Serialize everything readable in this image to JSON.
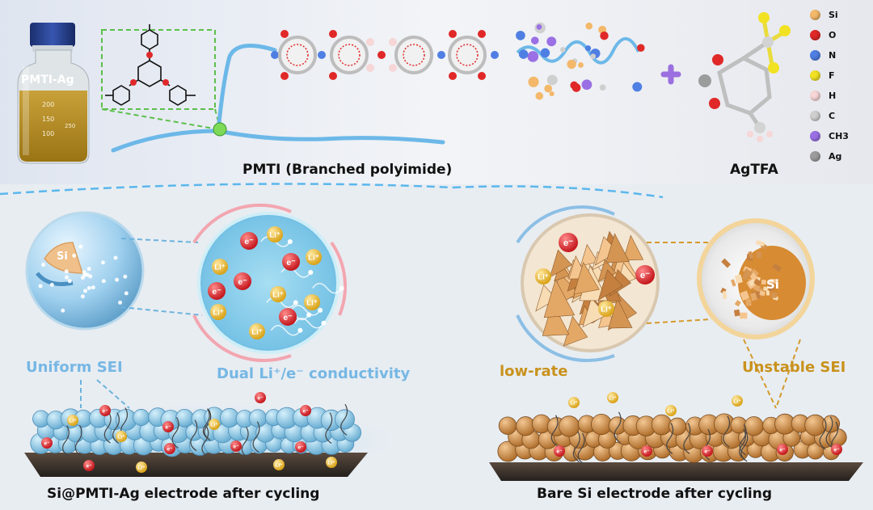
{
  "bottle": {
    "label": "PMTI-Ag",
    "marks": [
      "200",
      "150",
      "100"
    ],
    "cap": "250"
  },
  "polymer": {
    "title": "PMTI (Branched polyimide)"
  },
  "agtfa": {
    "title": "AgTFA"
  },
  "legend": [
    {
      "label": "Si",
      "color": "#f3b86a"
    },
    {
      "label": "O",
      "color": "#e02828"
    },
    {
      "label": "N",
      "color": "#4f7fe3"
    },
    {
      "label": "F",
      "color": "#f2e224"
    },
    {
      "label": "H",
      "color": "#f6d6d6"
    },
    {
      "label": "C",
      "color": "#cfcfcf"
    },
    {
      "label": "CH3",
      "color": "#9a70e4"
    },
    {
      "label": "Ag",
      "color": "#9c9c9c"
    }
  ],
  "left": {
    "sei_label": "Uniform SEI",
    "conductivity_label": "Dual Li⁺/e⁻ conductivity",
    "si_label": "Si",
    "electrode_title": "Si@PMTI-Ag electrode after cycling",
    "electron_symbol": "e⁻",
    "li_symbol": "Li⁺"
  },
  "right": {
    "rate_label": "low-rate",
    "sei_label": "Unstable SEI",
    "si_label": "Si",
    "electrode_title": "Bare Si electrode after cycling",
    "electron_symbol": "e⁻",
    "li_symbol": "Li⁺"
  }
}
